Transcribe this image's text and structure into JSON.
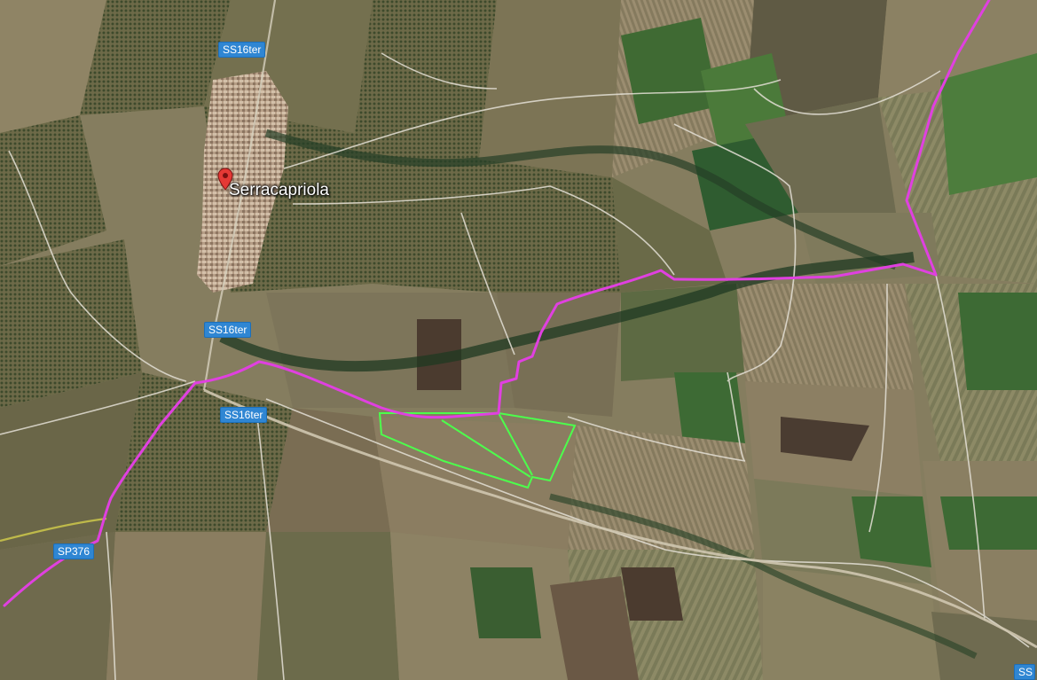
{
  "place": {
    "name": "Serracapriola",
    "icon": "map-pin-icon",
    "color": "#e53935"
  },
  "road_shields": [
    {
      "id": "ss16ter-north",
      "label": "SS16ter"
    },
    {
      "id": "ss16ter-mid",
      "label": "SS16ter"
    },
    {
      "id": "ss16ter-south",
      "label": "SS16ter"
    },
    {
      "id": "sp376",
      "label": "SP376"
    },
    {
      "id": "ss-edge",
      "label": "SS"
    }
  ],
  "overlays": {
    "route_color": "#e040e0",
    "parcel_color": "#4cff4c"
  }
}
